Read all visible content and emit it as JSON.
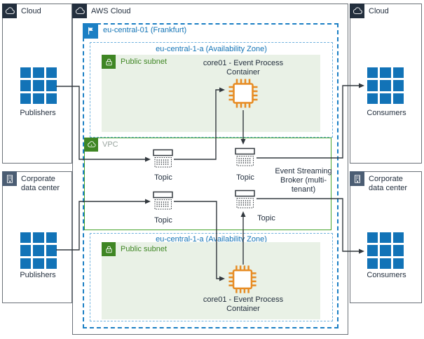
{
  "diagram": {
    "outer_boxes": {
      "cloud_left": "Cloud",
      "corp_left": "Corporate data center",
      "aws": "AWS Cloud",
      "cloud_right": "Cloud",
      "corp_right": "Corporate data center"
    },
    "region": "eu-central-01 (Frankfurt)",
    "az1": "eu-central-1-a (Availability Zone)",
    "az2": "eu-central-1-a (Availability Zone)",
    "subnet1": "Public subnet",
    "subnet2": "Public subnet",
    "vpc": "VPC",
    "actors": {
      "publishers_top": "Publishers",
      "publishers_bottom": "Publishers",
      "consumers_top": "Consumers",
      "consumers_bottom": "Consumers"
    },
    "containers": {
      "core_top": "core01 - Event Process Container",
      "core_bottom": "core01 - Event Process Container"
    },
    "topics": [
      "Topic",
      "Topic",
      "Topic",
      "Topic"
    ],
    "broker": "Event Streaming Broker (multi-tenant)"
  },
  "colors": {
    "aws_dark": "#232f3e",
    "corp_slate": "#4b5d73",
    "region_blue": "#1b7fc4",
    "az_blue": "#6fb1de",
    "blue_text": "#1273b5",
    "subnet_bg": "#e9f1e6",
    "green": "#3f8624",
    "vpc_border": "#46a32c",
    "actor_blue": "#1273b7",
    "chip_orange": "#e78c24",
    "line": "#32383e"
  }
}
